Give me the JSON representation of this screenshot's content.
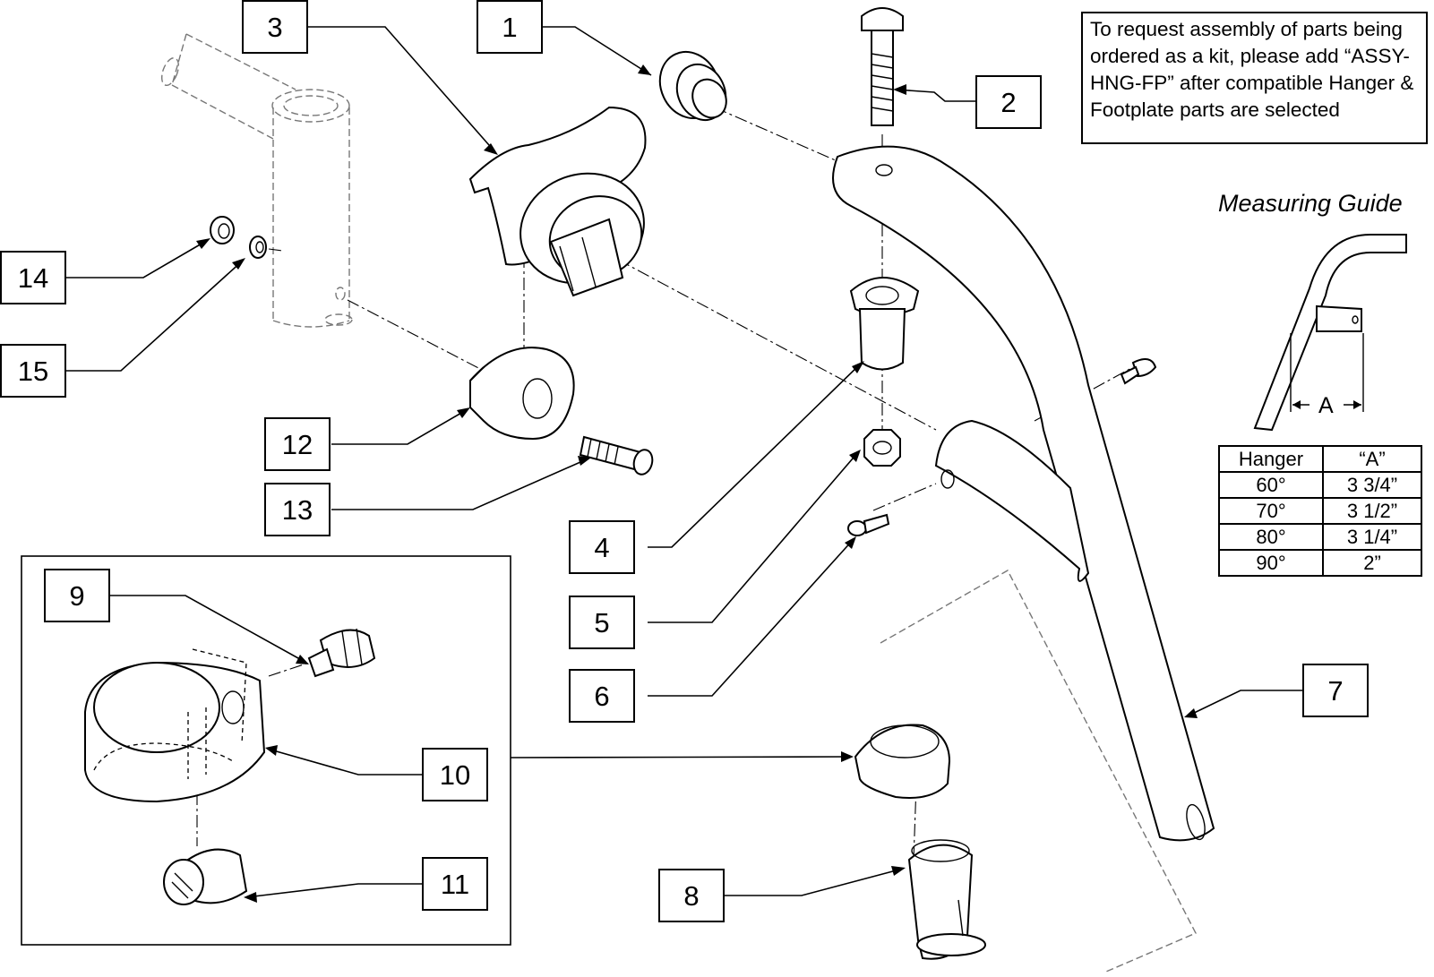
{
  "note": "To request assembly of parts being ordered as a kit, please add “ASSY-HNG-FP” after compatible Hanger & Footplate parts are selected",
  "measuring_guide": {
    "title": "Measuring Guide",
    "dimension_label": "A"
  },
  "hanger_table": {
    "headers": [
      "Hanger",
      "“A”"
    ],
    "rows": [
      [
        "60°",
        "3 3/4”"
      ],
      [
        "70°",
        "3 1/2”"
      ],
      [
        "80°",
        "3 1/4”"
      ],
      [
        "90°",
        "2”"
      ]
    ]
  },
  "callouts": [
    "1",
    "2",
    "3",
    "4",
    "5",
    "6",
    "7",
    "8",
    "9",
    "10",
    "11",
    "12",
    "13",
    "14",
    "15"
  ]
}
